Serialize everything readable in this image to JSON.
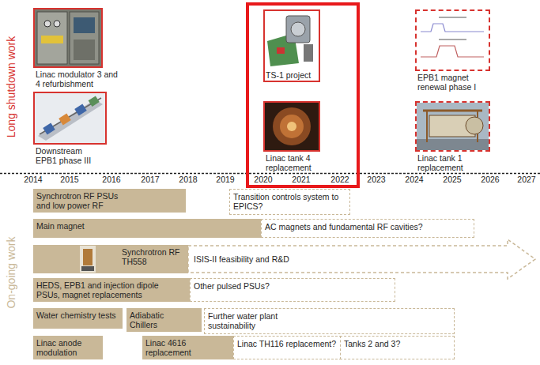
{
  "diagram": {
    "nodes": [
      {
        "text": [
          "Linac modulator 3 and 4 refurbishment"
        ]
      },
      {
        "text": [
          "Downstream EPB1 phase III"
        ]
      },
      {
        "text": [
          "TS-1 project"
        ]
      },
      {
        "text": [
          "Linac tank 4 replacement"
        ]
      },
      {
        "text": [
          "EPB1 magnet renewal phase I"
        ]
      },
      {
        "text": [
          "Linac tank 1 replacement"
        ]
      },
      {
        "text": [
          "Synchrotron RF PSUs and low power RF"
        ]
      },
      {
        "text": [
          "Transition controls system to EPICS?"
        ]
      },
      {
        "text": [
          "Main magnet"
        ]
      },
      {
        "text": [
          "AC magnets and fundamental RF cavities?"
        ]
      },
      {
        "text": [
          "Synchrotron RF TH558"
        ]
      },
      {
        "text": [
          "ISIS-II feasibility and R&D"
        ]
      },
      {
        "text": [
          "HEDS, EPB1 and injection dipole PSUs, magnet replacements"
        ]
      },
      {
        "text": [
          "Other pulsed PSUs?"
        ]
      },
      {
        "text": [
          "Water chemistry tests"
        ]
      },
      {
        "text": [
          "Adiabatic Chillers"
        ]
      },
      {
        "text": [
          "Further water plant sustainability"
        ]
      },
      {
        "text": [
          "Linac anode modulation"
        ]
      },
      {
        "text": [
          "Linac 4616 replacement"
        ]
      },
      {
        "text": [
          "Linac TH116 replacement?"
        ]
      },
      {
        "text": [
          "Tanks 2 and 3?"
        ]
      }
    ],
    "labels": [
      "Long shutdown work",
      "On-going work",
      "2014",
      "2015",
      "2016",
      "2017",
      "2018",
      "2019",
      "2020",
      "2021",
      "2022",
      "2023",
      "2024",
      "2025",
      "2026",
      "2027"
    ]
  }
}
